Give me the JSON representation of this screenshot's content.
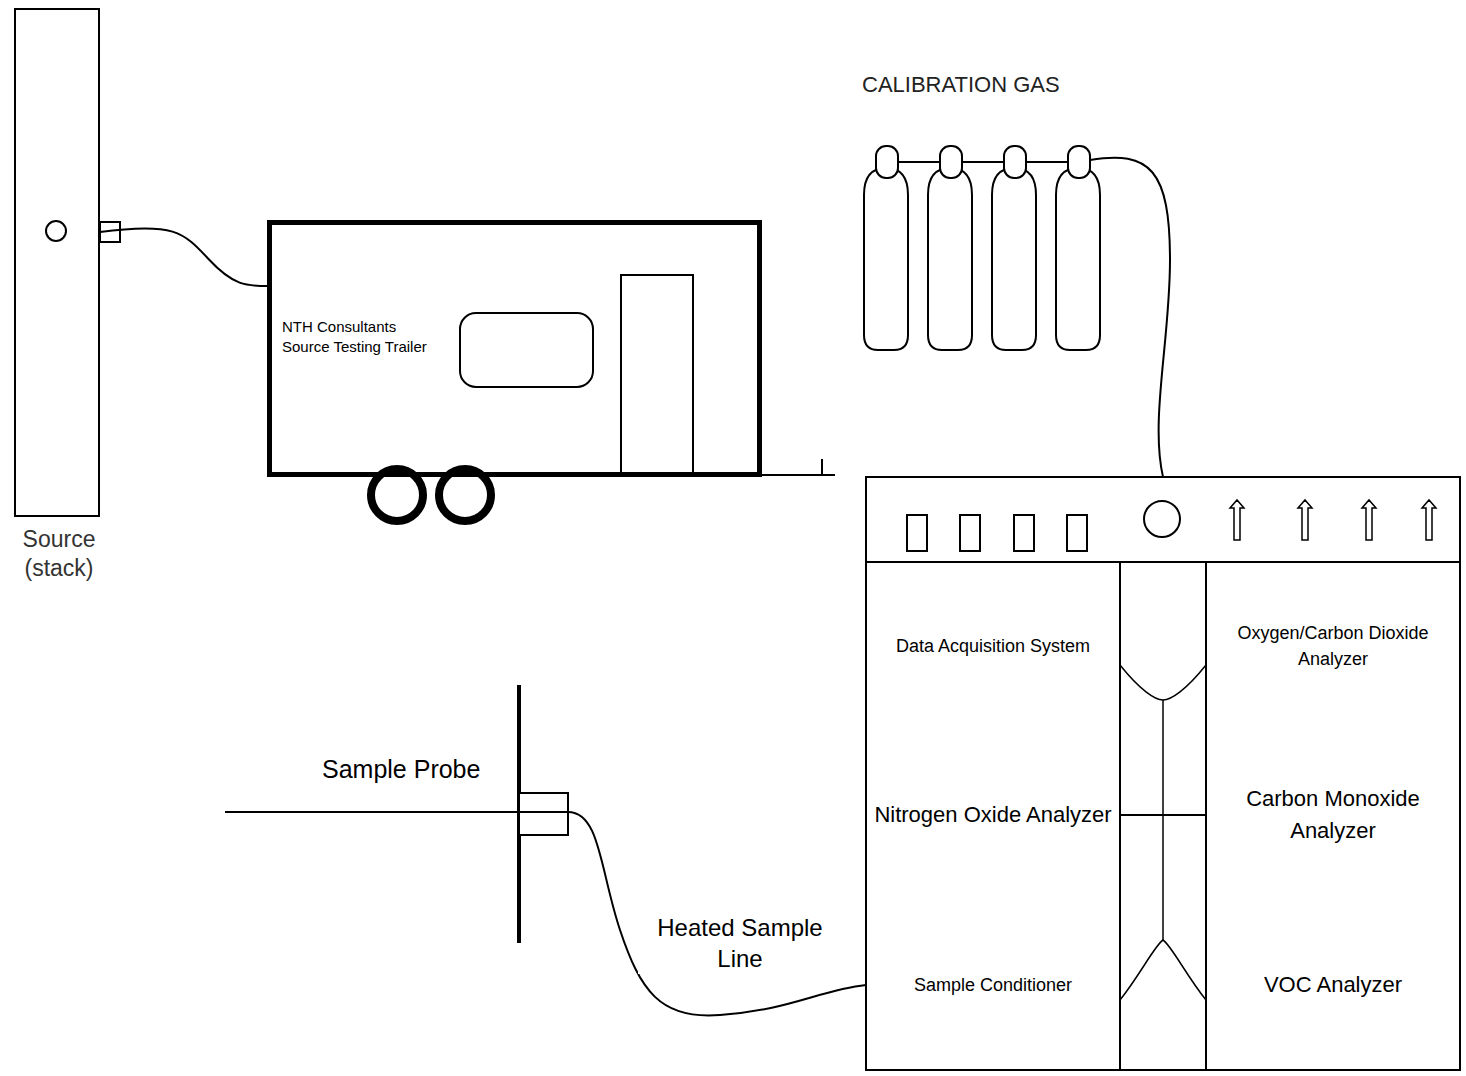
{
  "diagram": {
    "nodes": [
      {
        "text": [
          "Source (stack)"
        ]
      },
      {
        "text": [
          "NTH Consultants Source Testing Trailer"
        ]
      },
      {
        "text": [
          "Data Acquisition System"
        ]
      },
      {
        "text": [
          "Oxygen/Carbon Dioxide Analyzer"
        ]
      },
      {
        "text": [
          "Nitrogen Oxide Analyzer"
        ]
      },
      {
        "text": [
          "Carbon Monoxide Analyzer"
        ]
      },
      {
        "text": [
          "Sample Conditioner"
        ]
      },
      {
        "text": [
          "VOC Analyzer"
        ]
      }
    ],
    "edges": [
      {
        "from": 0,
        "to": 1,
        "arrow": "none"
      }
    ],
    "labels": [
      "CALIBRATION GAS",
      "Sample Probe",
      "Heated Sample Line"
    ]
  }
}
